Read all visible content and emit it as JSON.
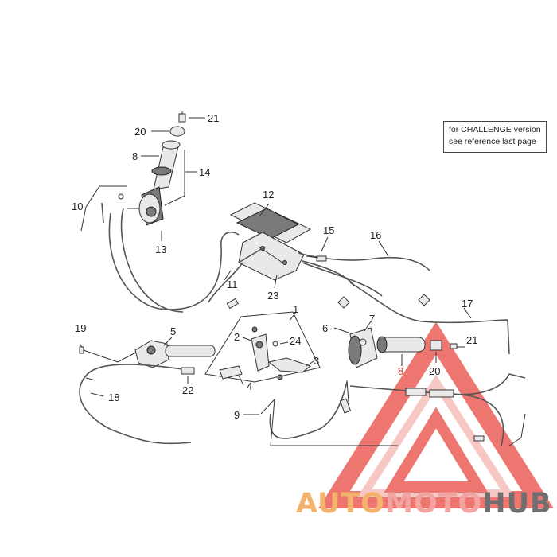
{
  "note": {
    "line1": "for CHALLENGE version",
    "line2": "see reference last page"
  },
  "callouts": {
    "c21_top": "21",
    "c20_top": "20",
    "c8_top": "8",
    "c14": "14",
    "c10": "10",
    "c13": "13",
    "c12": "12",
    "c15": "15",
    "c16": "16",
    "c11": "11",
    "c23": "23",
    "c17": "17",
    "c1": "1",
    "c19": "19",
    "c5": "5",
    "c2": "2",
    "c24": "24",
    "c3": "3",
    "c6": "6",
    "c7": "7",
    "c8_red": "8",
    "c20_bottom": "20",
    "c21_bottom": "21",
    "c22": "22",
    "c4": "4",
    "c18": "18",
    "c9": "9"
  },
  "watermark": {
    "part1": "AUTO",
    "part2": "MOTO",
    "part3": "HUB",
    "color_triangle": "#e8504a",
    "color_auto": "#f3b36c",
    "color_moto": "#f2a4a0",
    "color_hub": "#6f6f6f"
  }
}
